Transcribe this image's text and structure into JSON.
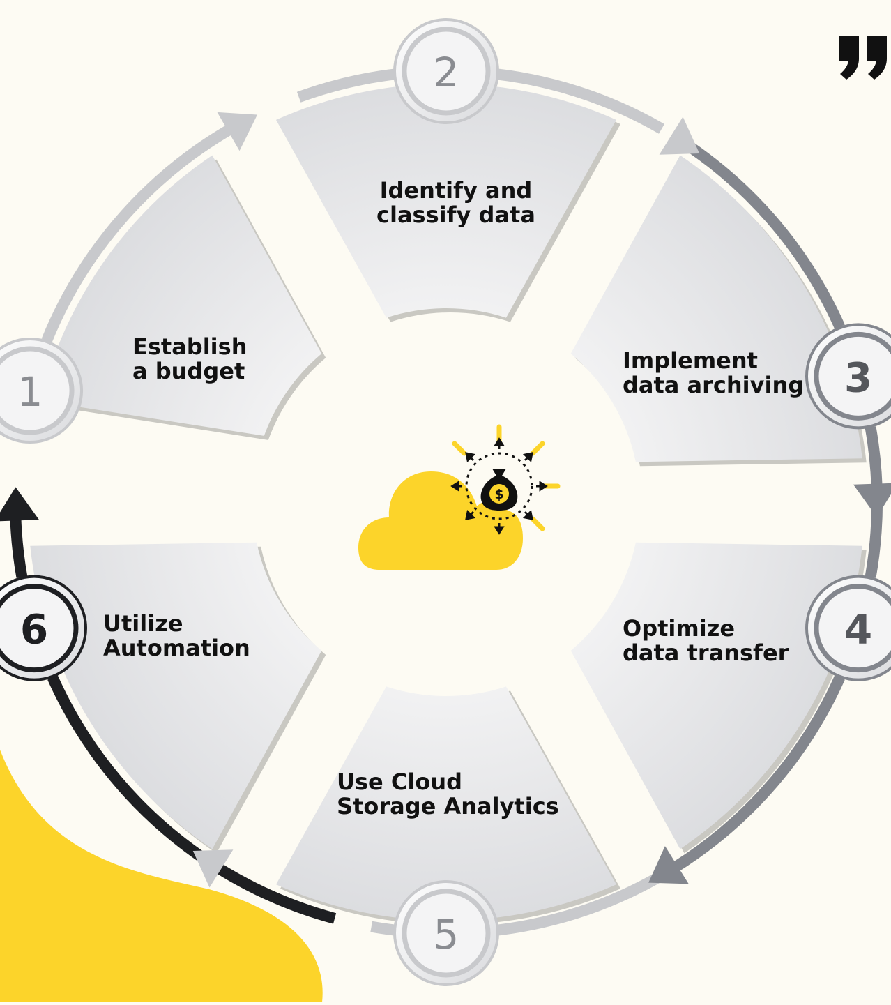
{
  "steps": [
    {
      "number": "1",
      "line1": "Establish",
      "line2": "a budget"
    },
    {
      "number": "2",
      "line1": "Identify and",
      "line2": "classify data"
    },
    {
      "number": "3",
      "line1": "Implement",
      "line2": "data archiving"
    },
    {
      "number": "4",
      "line1": "Optimize",
      "line2": "data transfer"
    },
    {
      "number": "5",
      "line1": "Use Cloud",
      "line2": "Storage Analytics"
    },
    {
      "number": "6",
      "line1": "Utilize",
      "line2": "Automation"
    }
  ],
  "center_icon": {
    "name": "cloud-money-bag-icon",
    "symbol": "$"
  },
  "quote_mark": "”",
  "colors": {
    "background": "#fdfbf3",
    "accent": "#fcd42a",
    "segment": "#ebebed",
    "ring_light": "#c8c9cc",
    "ring_mid": "#83868d",
    "ring_dark": "#1e1f22"
  }
}
